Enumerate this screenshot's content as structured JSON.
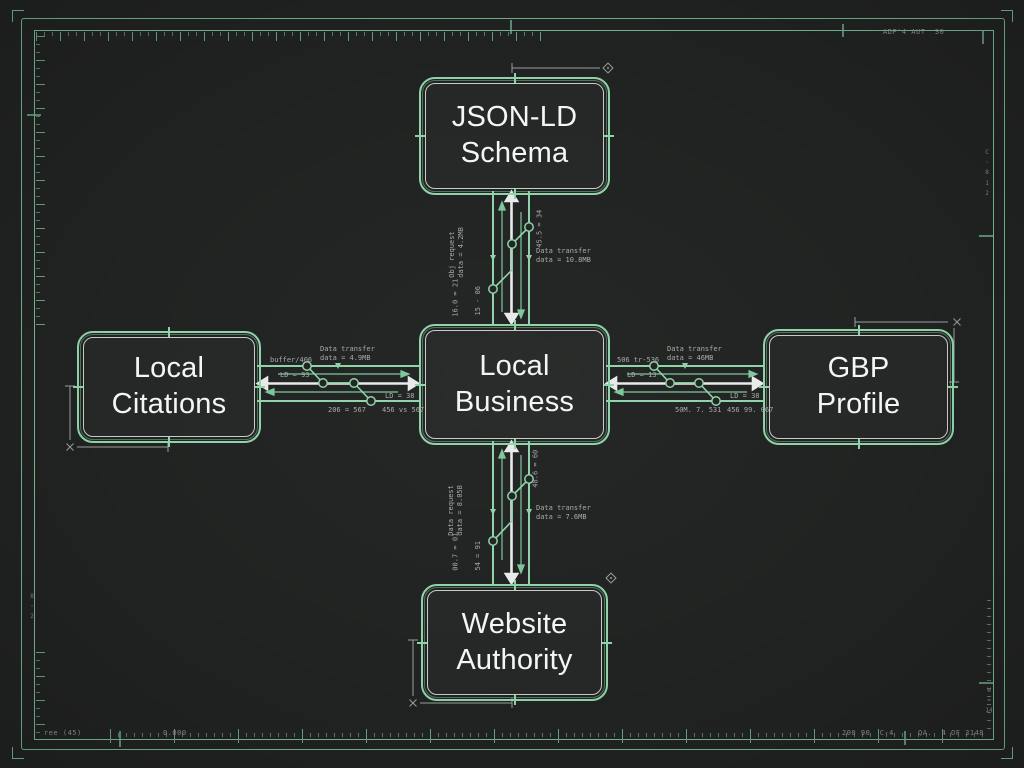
{
  "boxes": {
    "top": {
      "line1": "JSON-LD",
      "line2": "Schema"
    },
    "left": {
      "line1": "Local",
      "line2": "Citations"
    },
    "center": {
      "line1": "Local",
      "line2": "Business"
    },
    "right": {
      "line1": "GBP",
      "line2": "Profile"
    },
    "bottom": {
      "line1": "Website",
      "line2": "Authority"
    }
  },
  "connectors": {
    "top": {
      "left_label": "Obj request\ndata = 4.2MB",
      "left_small": "16.0 = 21",
      "mid_small": "15 - 06",
      "right_small": "45.5 = 34",
      "right_label": "Data transfer\ndata = 10.8MB"
    },
    "bottom": {
      "left_label": "Data request\ndata = 8.05B",
      "left_small": "00.7 = 01",
      "mid_small": "54 = 91",
      "right_small": "48.6 = 60",
      "right_label": "Data transfer\ndata = 7.6MB"
    },
    "left": {
      "top_left_small": "buffer/406",
      "top_label": "Data transfer\ndata = 4.9MB",
      "upper_small": "LD = 93",
      "lower_small": "LD = 38",
      "bottom_left_small": "206 = 567",
      "bottom_right_small": "456 vs 567"
    },
    "right": {
      "top_left_small": "506 tr-536",
      "top_label": "Data transfer\ndata = 46MB",
      "upper_small": "LD = 13",
      "lower_small": "LD = 38",
      "bottom_left_small": "50M. 7. 531",
      "bottom_right_small": "456 99. 067"
    }
  },
  "frame_notes": {
    "top_right": "ADF'4 AUT  30",
    "bottom_left_1": "ree (45)",
    "bottom_left_2": "0.000",
    "bottom_right_1": "200 90  C-4",
    "bottom_right_2": "QA.  4 OF 3148",
    "right_edge_upper": "C\n◦\n8\n1\n2",
    "left_edge_lower": "8\n◦\n2",
    "right_edge_lower": "W\n=\n14"
  },
  "colors": {
    "green": "#8fd3a8",
    "frame_green": "#74b28e",
    "white": "#e9ebea",
    "gray_annotation": "#a6aba7",
    "background": "#212322",
    "box_fill": "#262827"
  }
}
